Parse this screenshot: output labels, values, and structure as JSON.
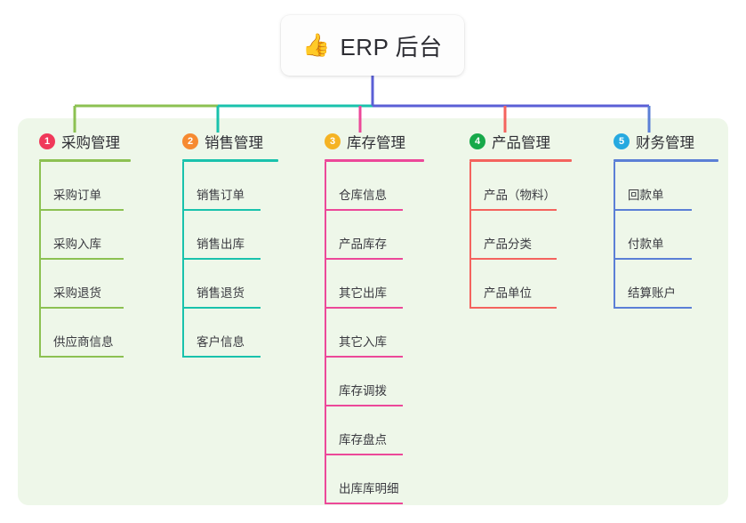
{
  "root": {
    "icon": "thumbs-up-emoji",
    "emoji": "👍",
    "title": "ERP 后台"
  },
  "diagram": {
    "type": "mind-map",
    "panel_background": "#eef7e9",
    "root_to_branch_colors": [
      "#8cc152",
      "#19c2ac",
      "#5b5fd6",
      "#5b5fd6",
      "#5b5fd6"
    ]
  },
  "columns": [
    {
      "number": "1",
      "label": "采购管理",
      "badge_color": "#f0395a",
      "line_color": "#8cc152",
      "connector_color": "#8cc152",
      "items": [
        {
          "label": "采购订单"
        },
        {
          "label": "采购入库"
        },
        {
          "label": "采购退货"
        },
        {
          "label": "供应商信息"
        }
      ]
    },
    {
      "number": "2",
      "label": "销售管理",
      "badge_color": "#f68a31",
      "line_color": "#19c2ac",
      "connector_color": "#19c2ac",
      "items": [
        {
          "label": "销售订单"
        },
        {
          "label": "销售出库"
        },
        {
          "label": "销售退货"
        },
        {
          "label": "客户信息"
        }
      ]
    },
    {
      "number": "3",
      "label": "库存管理",
      "badge_color": "#f5b324",
      "line_color": "#ec4899",
      "connector_color": "#ec4899",
      "items": [
        {
          "label": "仓库信息"
        },
        {
          "label": "产品库存"
        },
        {
          "label": "其它出库"
        },
        {
          "label": "其它入库"
        },
        {
          "label": "库存调拨"
        },
        {
          "label": "库存盘点"
        },
        {
          "label": "出库库明细"
        }
      ]
    },
    {
      "number": "4",
      "label": "产品管理",
      "badge_color": "#17a94a",
      "line_color": "#f4635e",
      "connector_color": "#f4635e",
      "items": [
        {
          "label": "产品（物料）"
        },
        {
          "label": "产品分类"
        },
        {
          "label": "产品单位"
        }
      ]
    },
    {
      "number": "5",
      "label": "财务管理",
      "badge_color": "#26a9e0",
      "line_color": "#5b7fd6",
      "connector_color": "#5b7fd6",
      "items": [
        {
          "label": "回款单"
        },
        {
          "label": "付款单"
        },
        {
          "label": "结算账户"
        }
      ]
    }
  ]
}
